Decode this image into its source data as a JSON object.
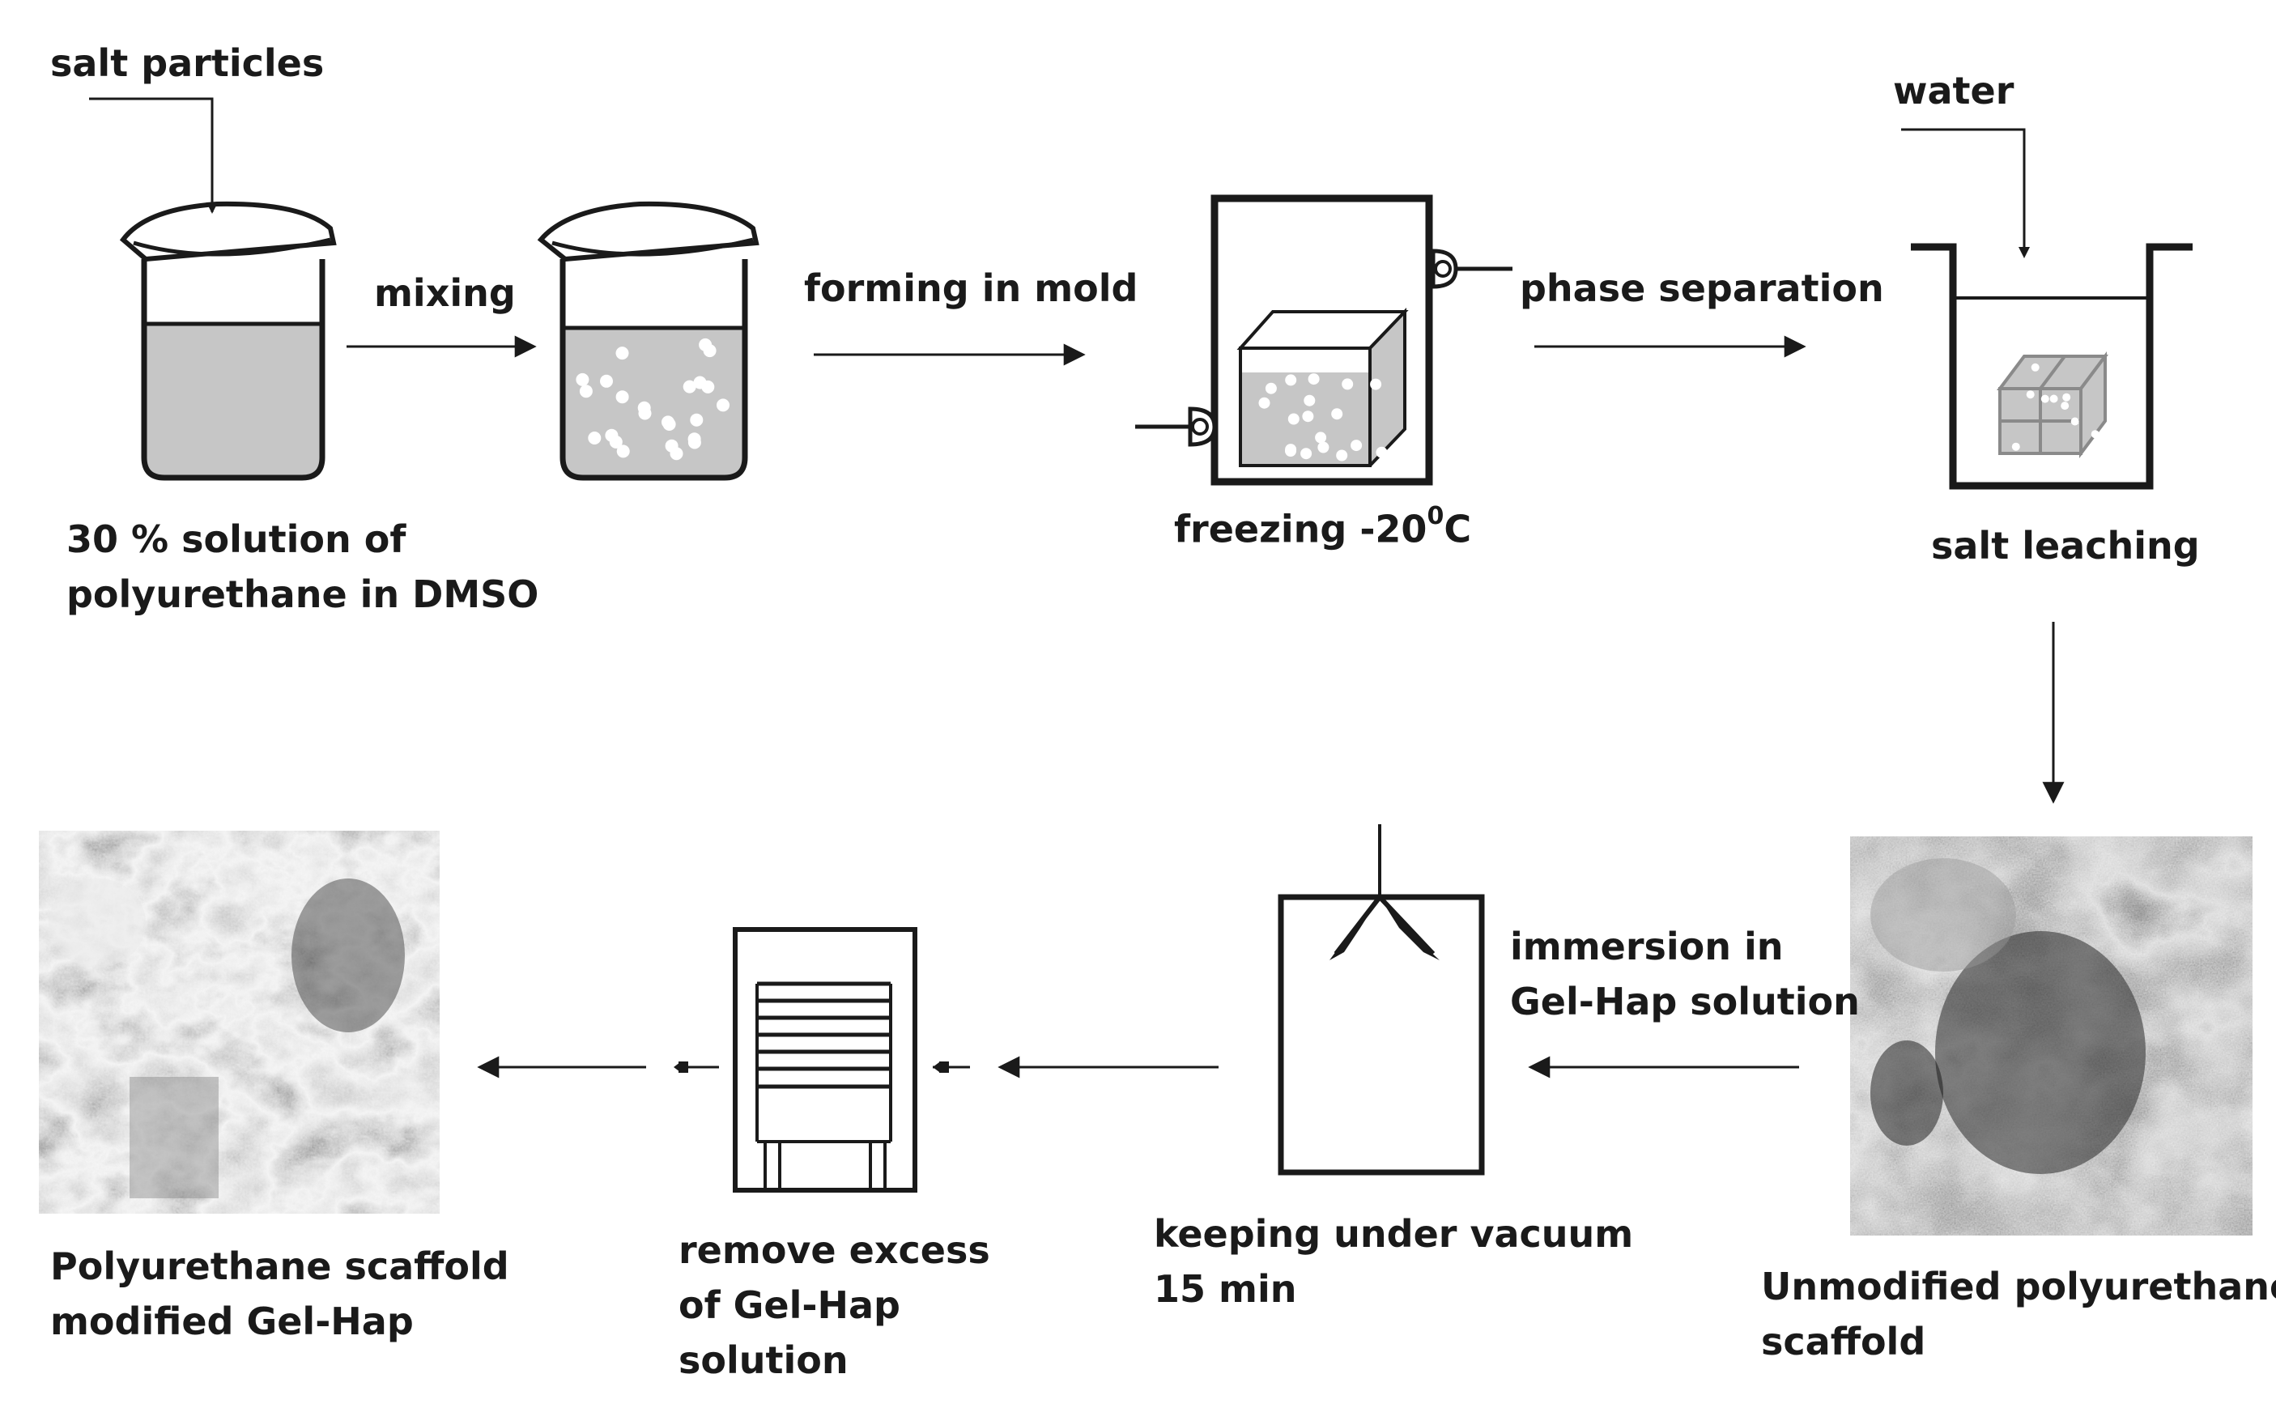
{
  "labels": {
    "salt_particles": "salt particles",
    "mixing": "mixing",
    "solution": [
      "30 % solution of",
      "polyurethane in DMSO"
    ],
    "forming": "forming in mold",
    "freezing": "freezing -20",
    "freezing_sup": "0",
    "freezing_unit": "C",
    "phase": "phase separation",
    "water": "water",
    "salt_leaching": "salt leaching",
    "immersion": [
      "immersion in",
      "Gel-Hap solution"
    ],
    "vacuum": [
      "keeping under vacuum",
      "15 min"
    ],
    "remove": [
      "remove excess",
      "of Gel-Hap",
      "solution"
    ],
    "unmodified": [
      "Unmodified polyurethane",
      "scaffold"
    ],
    "modified": [
      "Polyurethane scaffold",
      "modified Gel-Hap"
    ]
  },
  "colors": {
    "ink": "#1a1a1a",
    "liquid": "#c6c6c6",
    "particle": "#ffffff"
  }
}
